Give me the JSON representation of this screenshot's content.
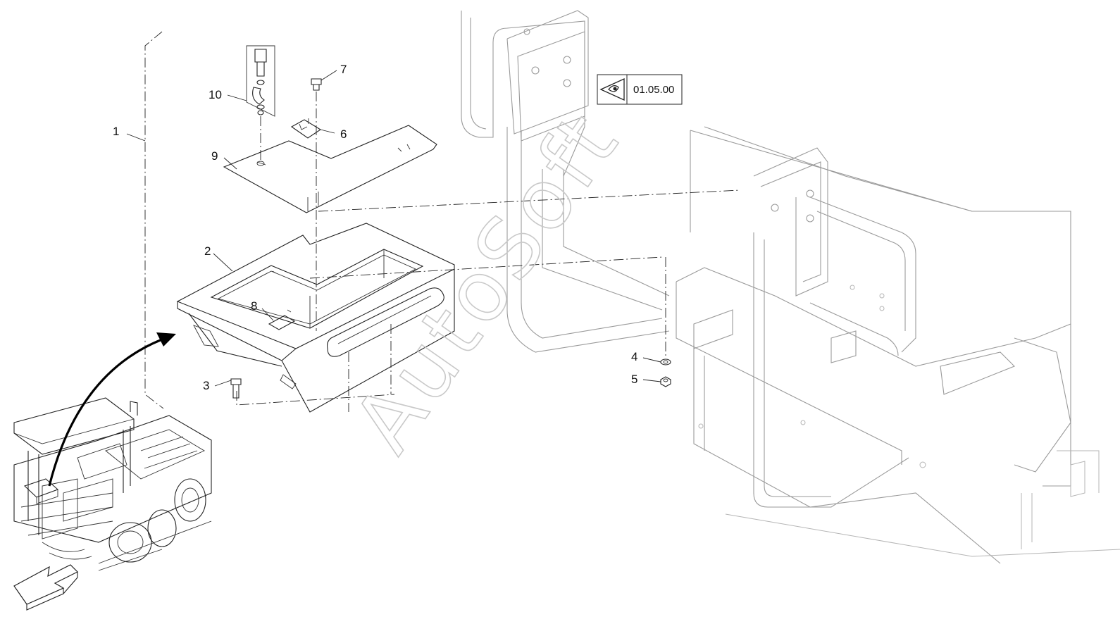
{
  "callouts": [
    {
      "id": "1",
      "text": "1"
    },
    {
      "id": "2",
      "text": "2"
    },
    {
      "id": "3",
      "text": "3"
    },
    {
      "id": "4",
      "text": "4"
    },
    {
      "id": "5",
      "text": "5"
    },
    {
      "id": "6",
      "text": "6"
    },
    {
      "id": "7",
      "text": "7"
    },
    {
      "id": "8",
      "text": "8"
    },
    {
      "id": "9",
      "text": "9"
    },
    {
      "id": "10",
      "text": "10"
    }
  ],
  "reference_box": {
    "icon": "eye-view-icon",
    "label": "01.05.00"
  },
  "watermark": {
    "text": "AutoSoft"
  },
  "view_arrow": {
    "icon": "view-direction-arrow-icon"
  },
  "colors": {
    "line": "#222222",
    "frame": "#9a9a9a",
    "watermark": "#c9c9c9",
    "background": "#ffffff"
  }
}
